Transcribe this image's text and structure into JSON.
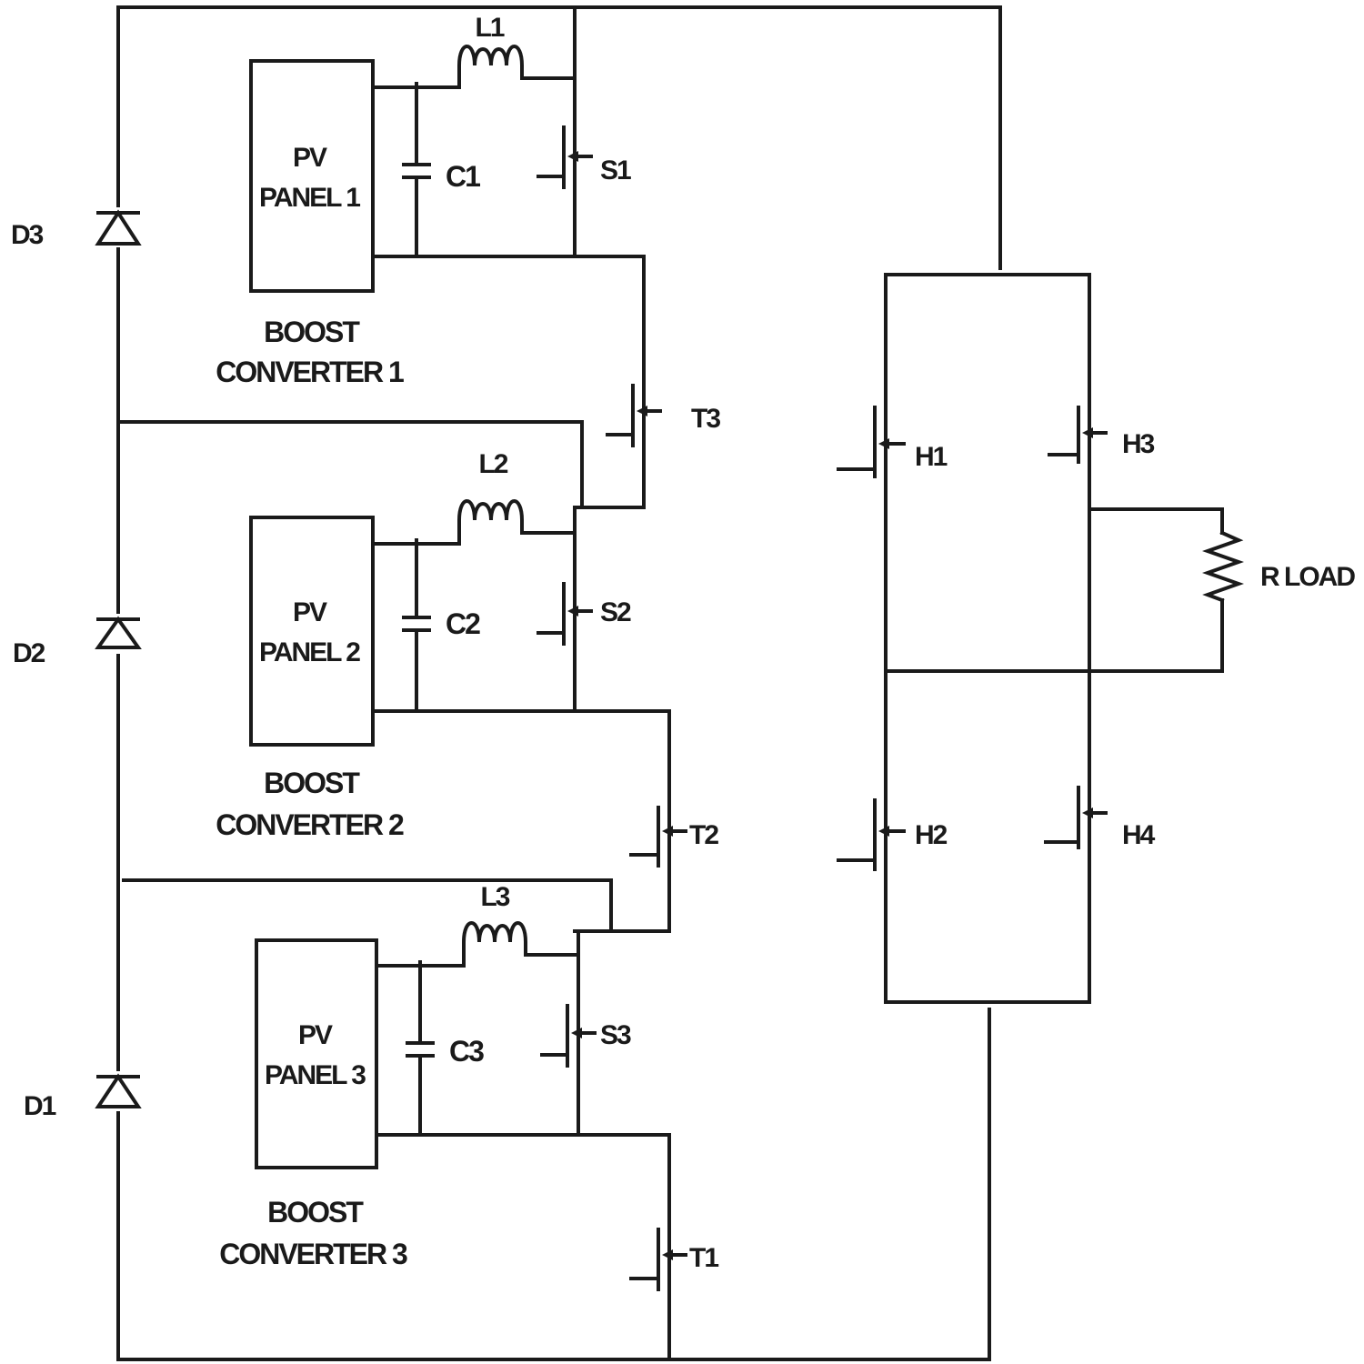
{
  "diagram": {
    "diodes": {
      "d3": "D3",
      "d2": "D2",
      "d1": "D1"
    },
    "converters": [
      {
        "panel_line1": "PV",
        "panel_line2": "PANEL 1",
        "inductor": "L1",
        "capacitor": "C1",
        "switch": "S1",
        "title_line1": "BOOST",
        "title_line2": "CONVERTER 1"
      },
      {
        "panel_line1": "PV",
        "panel_line2": "PANEL 2",
        "inductor": "L2",
        "capacitor": "C2",
        "switch": "S2",
        "title_line1": "BOOST",
        "title_line2": "CONVERTER 2"
      },
      {
        "panel_line1": "PV",
        "panel_line2": "PANEL 3",
        "inductor": "L3",
        "capacitor": "C3",
        "switch": "S3",
        "title_line1": "BOOST",
        "title_line2": "CONVERTER 3"
      }
    ],
    "series_switches": {
      "t3": "T3",
      "t2": "T2",
      "t1": "T1"
    },
    "h_bridge": {
      "h1": "H1",
      "h2": "H2",
      "h3": "H3",
      "h4": "H4"
    },
    "load": "R LOAD"
  }
}
